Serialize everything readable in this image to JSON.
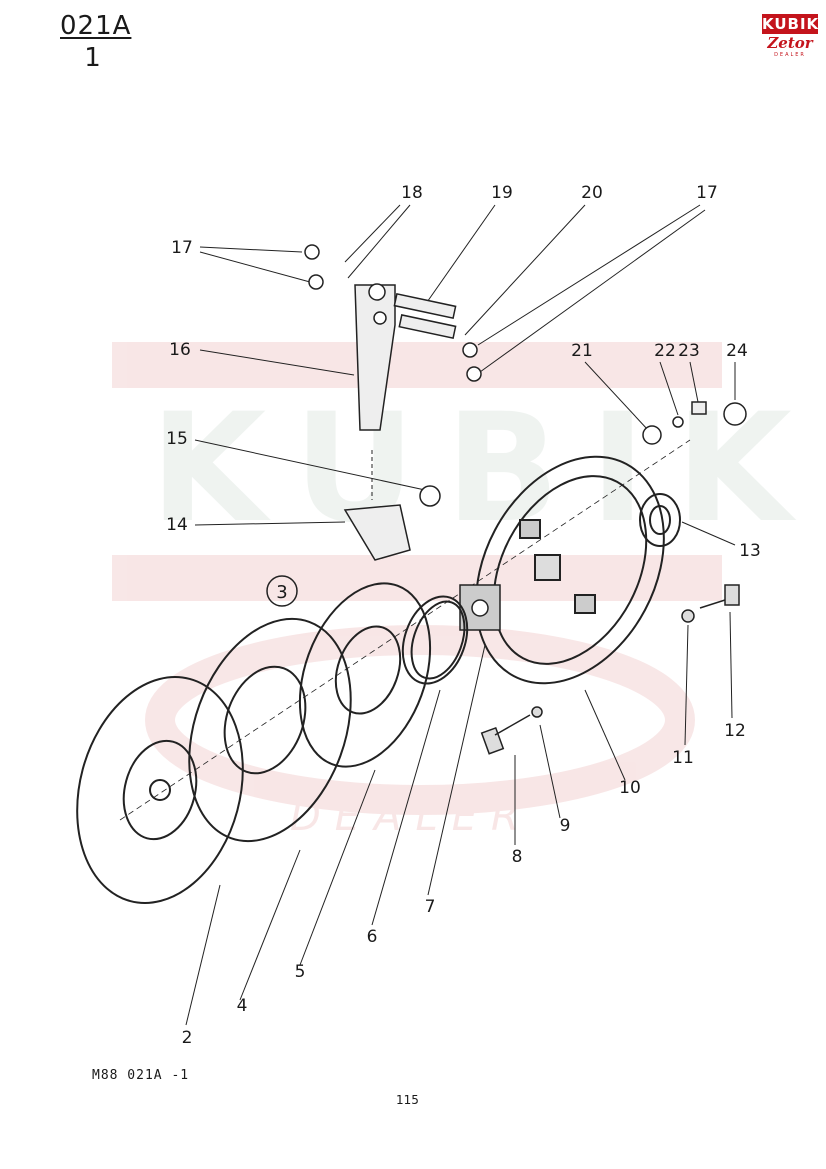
{
  "header": {
    "code": "021A",
    "sheet": "1"
  },
  "logo": {
    "brand": "KUBIK",
    "partner": "Zetor",
    "sub": "DEALER"
  },
  "watermark": {
    "text": "KUBIK",
    "sub": "DEALER",
    "color": "#e9b7b7"
  },
  "diagram": {
    "group_label": "3",
    "callouts": [
      "18",
      "19",
      "20",
      "17",
      "17",
      "16",
      "21",
      "22",
      "23",
      "24",
      "15",
      "14",
      "13",
      "12",
      "11",
      "10",
      "9",
      "8",
      "7",
      "6",
      "5",
      "4",
      "2"
    ]
  },
  "footer": {
    "reference": "M88  021A -1",
    "page_number": "115"
  }
}
